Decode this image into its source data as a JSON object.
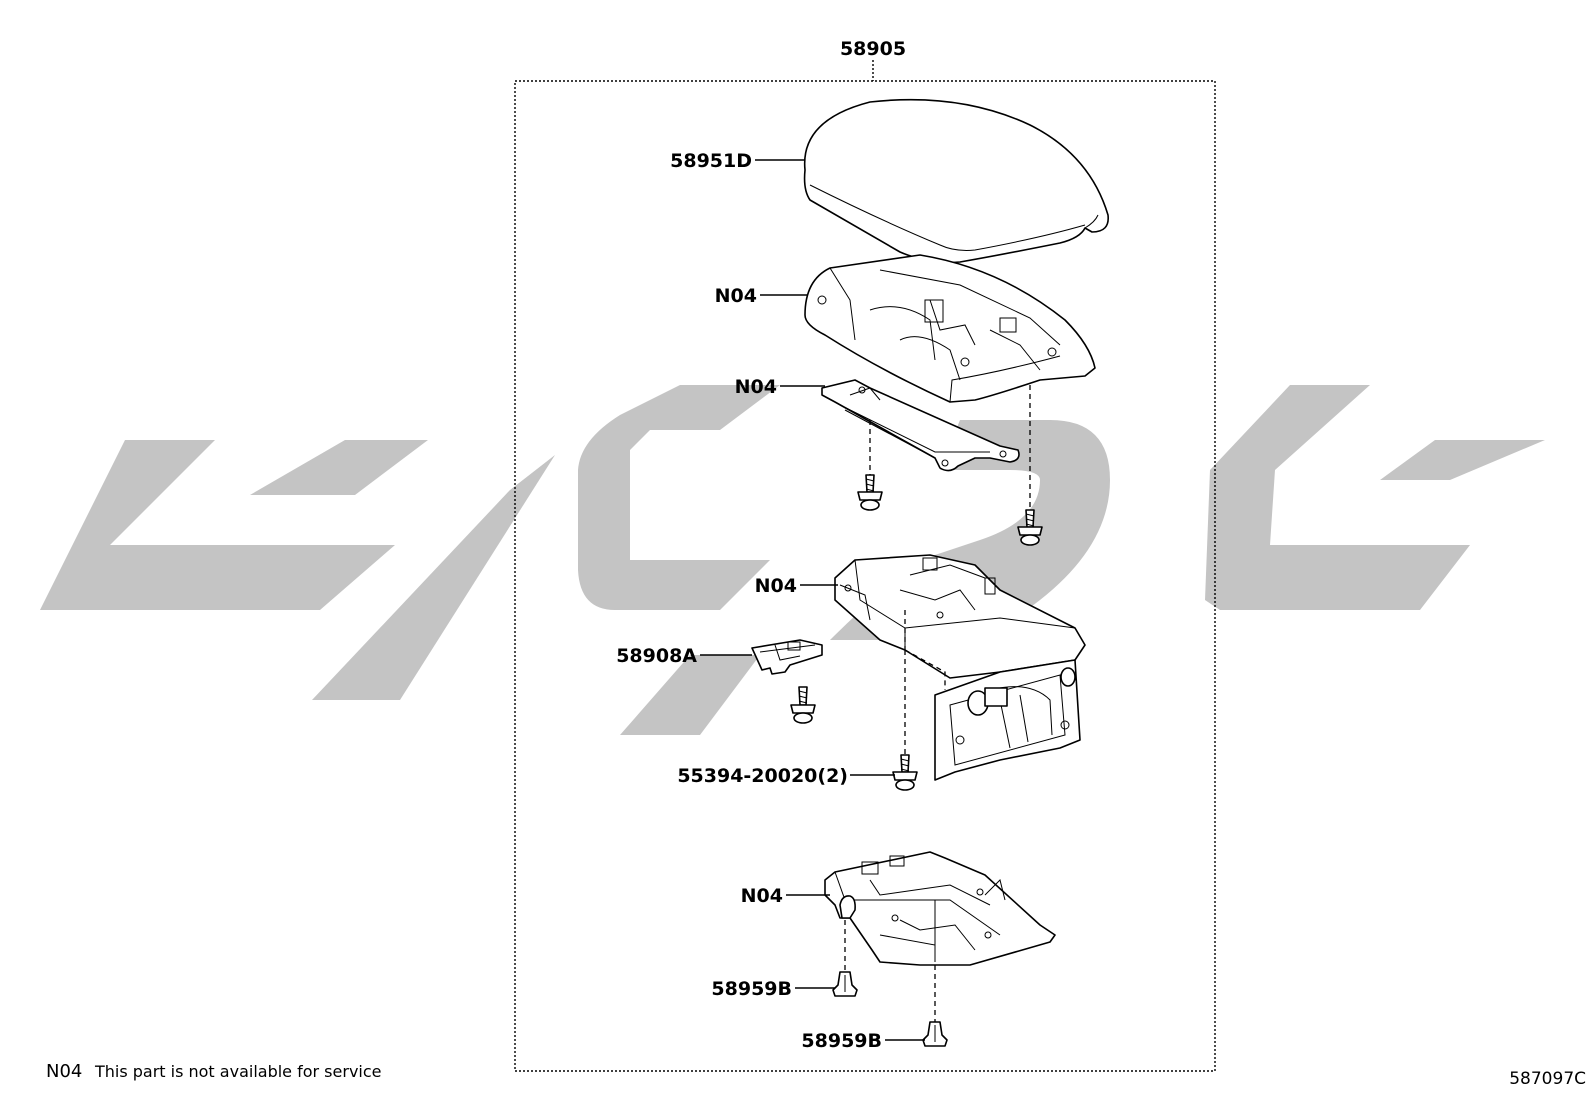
{
  "diagram": {
    "assembly_label": "58905",
    "part_labels": {
      "cover": "58951D",
      "upper_frame": "N04",
      "hinge_plate": "N04",
      "box_body": "N04",
      "clip": "58908A",
      "screw": "55394-20020(2)",
      "base": "N04",
      "clip_b1": "58959B",
      "clip_b2": "58959B"
    },
    "legend": {
      "code": "N04",
      "text": "This part is not available for service"
    },
    "figure_id": "587097C",
    "colors": {
      "line": "#000000",
      "watermark": "#c4c4c4",
      "background": "#ffffff"
    }
  }
}
